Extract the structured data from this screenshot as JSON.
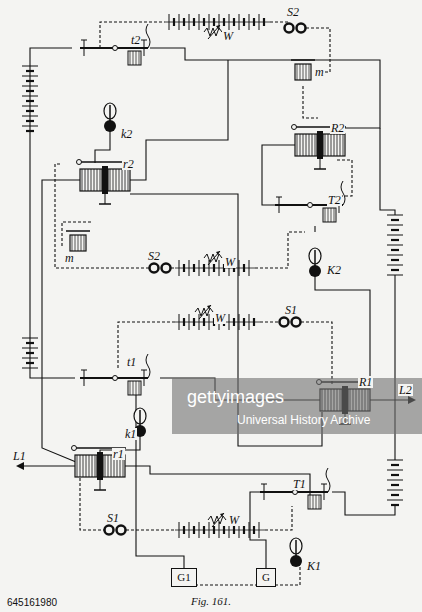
{
  "diagram": {
    "caption": "Fig. 161.",
    "nodes": [
      {
        "text": [
          "G1"
        ]
      },
      {
        "text": [
          "G"
        ]
      }
    ],
    "labels": [
      "S2",
      "W",
      "t2",
      "m",
      "k2",
      "R2",
      "r2",
      "T2",
      "m",
      "K2",
      "S2",
      "W",
      "S1",
      "W",
      "t1",
      "k1",
      "R1",
      "L2",
      "L1",
      "r1",
      "T1",
      "K1",
      "S1",
      "W",
      "gettyimages",
      "Universal History Archive",
      "645161980"
    ]
  }
}
